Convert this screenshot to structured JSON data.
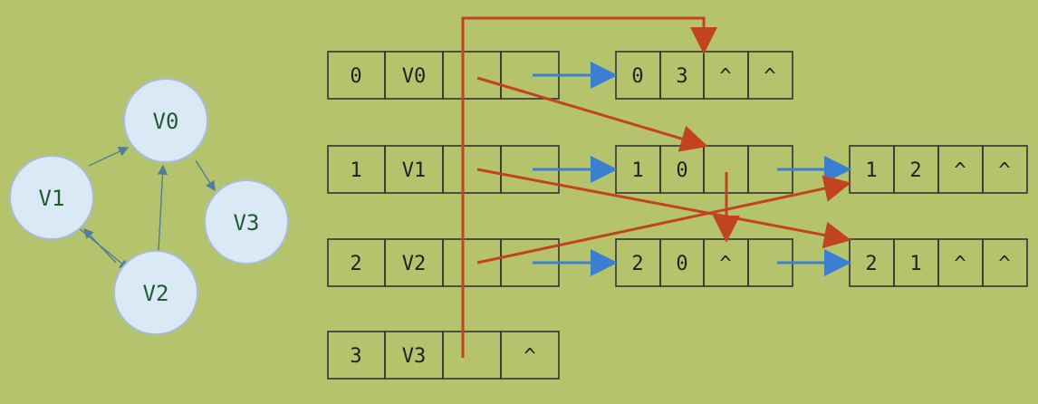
{
  "graph": {
    "nodes": [
      {
        "id": "v0",
        "label": "V0"
      },
      {
        "id": "v1",
        "label": "V1"
      },
      {
        "id": "v2",
        "label": "V2"
      },
      {
        "id": "v3",
        "label": "V3"
      }
    ]
  },
  "vertex_table": [
    {
      "index": "0",
      "name": "V0",
      "first_in": "",
      "first_out": ""
    },
    {
      "index": "1",
      "name": "V1",
      "first_in": "",
      "first_out": ""
    },
    {
      "index": "2",
      "name": "V2",
      "first_in": "",
      "first_out": ""
    },
    {
      "index": "3",
      "name": "V3",
      "first_in": "",
      "first_out": "^"
    }
  ],
  "arc_nodes": [
    {
      "id": "a03",
      "tail": "0",
      "head": "3",
      "hlink": "^",
      "tlink": "^"
    },
    {
      "id": "a10",
      "tail": "1",
      "head": "0",
      "hlink": "",
      "tlink": ""
    },
    {
      "id": "a12",
      "tail": "1",
      "head": "2",
      "hlink": "^",
      "tlink": "^"
    },
    {
      "id": "a20",
      "tail": "2",
      "head": "0",
      "hlink": "^",
      "tlink": ""
    },
    {
      "id": "a21",
      "tail": "2",
      "head": "1",
      "hlink": "^",
      "tlink": "^"
    }
  ],
  "colors": {
    "background": "#b5c46c",
    "node_fill": "#dbe8f6",
    "node_text": "#1f5b2e",
    "out_link": "#3a7fd0",
    "in_link": "#c1441f"
  }
}
